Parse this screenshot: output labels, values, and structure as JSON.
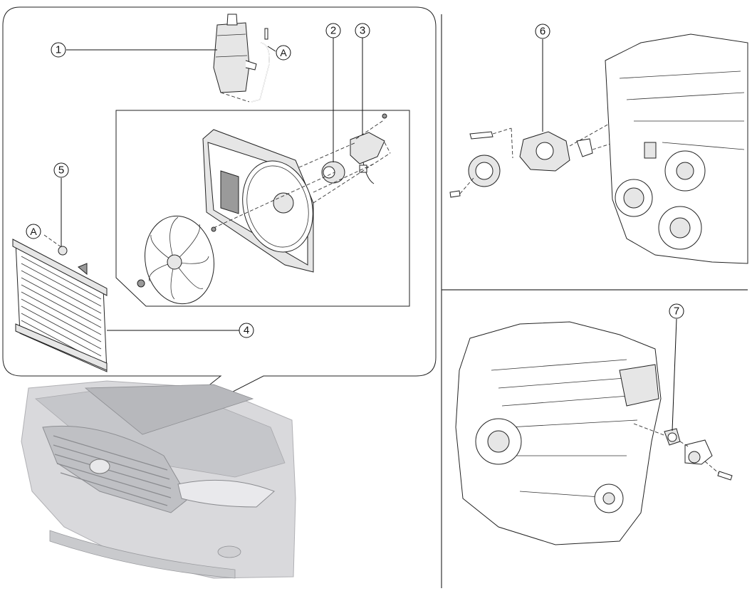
{
  "figure": {
    "callouts": {
      "c1": "1",
      "c2": "2",
      "c3": "3",
      "c4": "4",
      "c5": "5",
      "c6": "6",
      "c7": "7"
    },
    "connection_refs": {
      "upper": "A",
      "lower": "A"
    }
  },
  "icons": {
    "vehicle": "car-front-icon",
    "engine": "engine-icon"
  }
}
